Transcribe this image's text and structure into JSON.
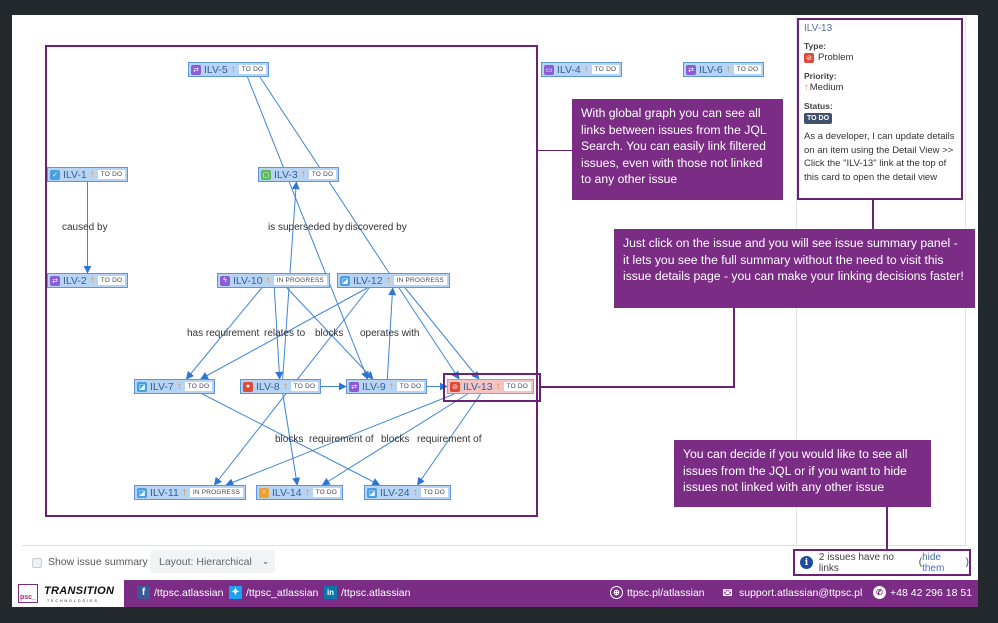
{
  "graph": {
    "nodes": [
      {
        "id": "ILV-5",
        "type": "story-swap",
        "type_color": "#8b5cd6",
        "type_glyph": "⇄",
        "priority": "↑",
        "status": "TO DO"
      },
      {
        "id": "ILV-4",
        "type": "comment",
        "type_color": "#8b5cd6",
        "type_glyph": "▭",
        "priority": "↑",
        "status": "TO DO"
      },
      {
        "id": "ILV-6",
        "type": "story-swap",
        "type_color": "#8b5cd6",
        "type_glyph": "⇄",
        "priority": "↑",
        "status": "TO DO"
      },
      {
        "id": "ILV-1",
        "type": "task",
        "type_color": "#4a9fe0",
        "type_glyph": "✓",
        "priority": "↑",
        "status": "TO DO"
      },
      {
        "id": "ILV-3",
        "type": "story",
        "type_color": "#5cb85c",
        "type_glyph": "▢",
        "priority": "↑",
        "status": "TO DO"
      },
      {
        "id": "ILV-2",
        "type": "story-swap",
        "type_color": "#8b5cd6",
        "type_glyph": "⇄",
        "priority": "↑",
        "status": "TO DO"
      },
      {
        "id": "ILV-10",
        "type": "epic",
        "type_color": "#8b5cd6",
        "type_glyph": "ϟ",
        "priority": "↑",
        "status": "IN PROGRESS"
      },
      {
        "id": "ILV-12",
        "type": "subtask",
        "type_color": "#4a9fe0",
        "type_glyph": "◪",
        "priority": "↑",
        "status": "IN PROGRESS"
      },
      {
        "id": "ILV-7",
        "type": "subtask",
        "type_color": "#4a9fe0",
        "type_glyph": "◪",
        "priority": "↑",
        "status": "TO DO"
      },
      {
        "id": "ILV-8",
        "type": "bug",
        "type_color": "#e0483a",
        "type_glyph": "●",
        "priority": "↑",
        "status": "TO DO"
      },
      {
        "id": "ILV-9",
        "type": "story-swap",
        "type_color": "#8b5cd6",
        "type_glyph": "⇄",
        "priority": "↑",
        "status": "TO DO"
      },
      {
        "id": "ILV-13",
        "type": "problem",
        "type_color": "#e0483a",
        "type_glyph": "⊘",
        "priority": "↑",
        "status": "TO DO"
      },
      {
        "id": "ILV-11",
        "type": "subtask",
        "type_color": "#4a9fe0",
        "type_glyph": "◪",
        "priority": "↑",
        "status": "IN PROGRESS"
      },
      {
        "id": "ILV-14",
        "type": "idea",
        "type_color": "#f0a030",
        "type_glyph": "♀",
        "priority": "↑",
        "status": "TO DO"
      },
      {
        "id": "ILV-24",
        "type": "subtask",
        "type_color": "#4a9fe0",
        "type_glyph": "◪",
        "priority": "↑",
        "status": "TO DO"
      }
    ],
    "edges": [
      {
        "from": "ILV-1",
        "to": "ILV-2",
        "label": "caused by"
      },
      {
        "from": "ILV-5",
        "to": "ILV-9",
        "label": "is superseded by"
      },
      {
        "from": "ILV-5",
        "to": "ILV-13",
        "label": "discovered by"
      },
      {
        "from": "ILV-8",
        "to": "ILV-3",
        "label": ""
      },
      {
        "from": "ILV-10",
        "to": "ILV-7",
        "label": "has requirement"
      },
      {
        "from": "ILV-12",
        "to": "ILV-7",
        "label": "relates to"
      },
      {
        "from": "ILV-10",
        "to": "ILV-9",
        "label": "blocks"
      },
      {
        "from": "ILV-9",
        "to": "ILV-12",
        "label": "operates with"
      },
      {
        "from": "ILV-12",
        "to": "ILV-13",
        "label": ""
      },
      {
        "from": "ILV-10",
        "to": "ILV-8",
        "label": ""
      },
      {
        "from": "ILV-8",
        "to": "ILV-9",
        "label": ""
      },
      {
        "from": "ILV-9",
        "to": "ILV-13",
        "label": ""
      },
      {
        "from": "ILV-12",
        "to": "ILV-11",
        "label": ""
      },
      {
        "from": "ILV-7",
        "to": "ILV-24",
        "label": "blocks"
      },
      {
        "from": "ILV-8",
        "to": "ILV-14",
        "label": ""
      },
      {
        "from": "ILV-13",
        "to": "ILV-11",
        "label": "requirement of"
      },
      {
        "from": "ILV-13",
        "to": "ILV-14",
        "label": "blocks"
      },
      {
        "from": "ILV-13",
        "to": "ILV-24",
        "label": "requirement of"
      }
    ],
    "edge_labels": [
      {
        "text": "caused by"
      },
      {
        "text": "is superseded by"
      },
      {
        "text": "discovered by"
      },
      {
        "text": "has requirement"
      },
      {
        "text": "relates to"
      },
      {
        "text": "blocks"
      },
      {
        "text": "operates with"
      },
      {
        "text": "blocks"
      },
      {
        "text": "requirement of"
      },
      {
        "text": "blocks"
      },
      {
        "text": "requirement of"
      }
    ]
  },
  "callouts": {
    "global_graph": "With global graph you can see all links between issues from the JQL Search. You can easily link filtered issues, even with those not linked to any other issue",
    "summary_panel": "Just click on the issue and you will see issue summary panel - it lets you see the full summary without the need to visit this issue details page - you can make your linking decisions faster!",
    "hide_unlinked": "You can decide if you would like to see all issues from the JQL or if you want to hide issues not linked with any other issue"
  },
  "summary_card": {
    "key": "ILV-13",
    "type_label": "Type:",
    "type_value": "Problem",
    "priority_label": "Priority:",
    "priority_value": "Medium",
    "status_label": "Status:",
    "status_value": "TO DO",
    "description": "As a developer, I can update details on an item using the Detail View >> Click the \"ILV-13\" link at the top of this card to open the detail view"
  },
  "controls": {
    "show_summary_label": "Show issue summary",
    "show_summary_checked": false,
    "layout_select": "Layout: Hierarchical"
  },
  "no_links": {
    "message": "2 issues have no links",
    "open_paren": " (",
    "action": "hide them",
    "close_paren": ")"
  },
  "footer": {
    "logo_mark": "psc_",
    "brand": "TRANSITION",
    "brand_sub": "TECHNOLOGIES",
    "facebook": "/ttpsc.atlassian",
    "twitter": "/ttpsc_atlassian",
    "linkedin": "/ttpsc.atlassian",
    "website": "ttpsc.pl/atlassian",
    "email": "support.atlassian@ttpsc.pl",
    "phone": "+48 42 296 18 51"
  },
  "colors": {
    "accent_purple": "#7b2d86",
    "node_fill": "#b8d4f4",
    "edge": "#3f84d6",
    "priority_medium": "#e08a3c"
  }
}
